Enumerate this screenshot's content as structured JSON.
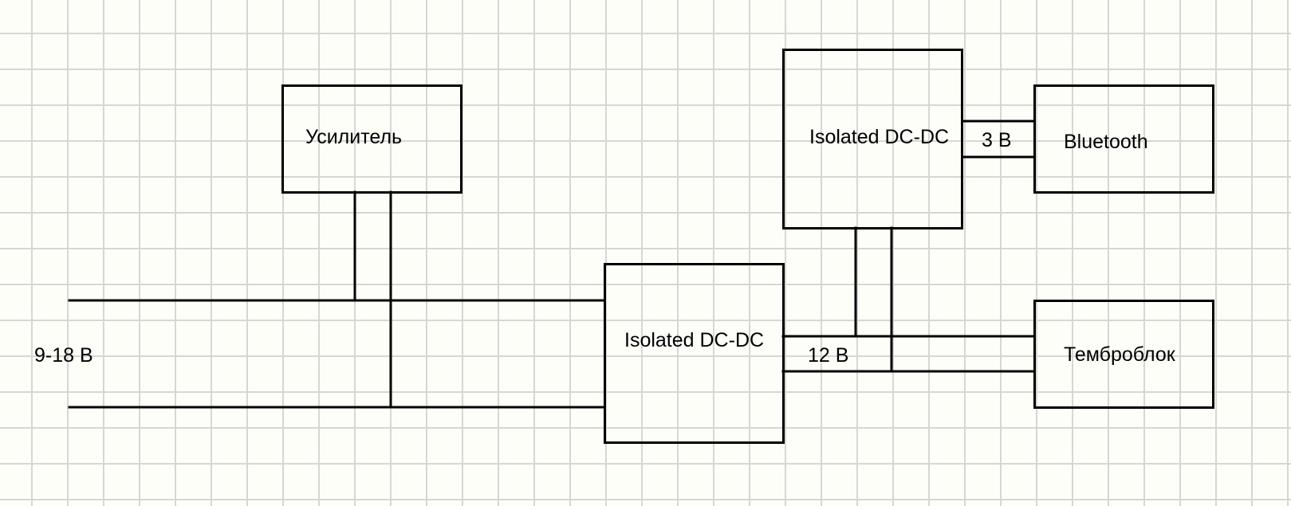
{
  "diagram": {
    "input_voltage": "9-18 В",
    "blocks": {
      "amplifier": "Усилитель",
      "dcdc_main": "Isolated DC-DC",
      "dcdc_secondary": "Isolated DC-DC",
      "bluetooth": "Bluetooth",
      "tone_block": "Темброблок"
    },
    "rails": {
      "rail_12v": "12 В",
      "rail_3v": "3 В"
    }
  },
  "colors": {
    "background": "#fefef9",
    "grid": "#d6d6d4",
    "line": "#000000"
  }
}
